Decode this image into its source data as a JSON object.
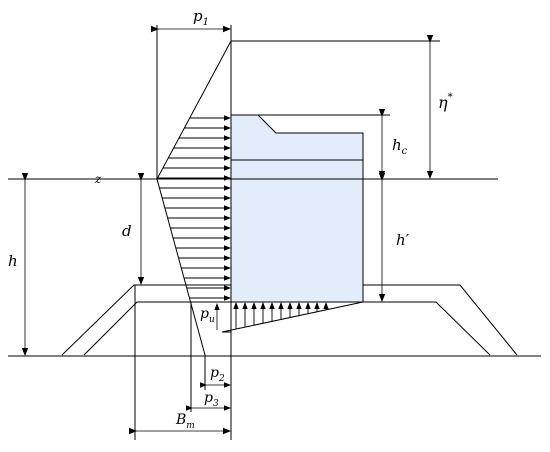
{
  "labels": {
    "p1": {
      "main": "p",
      "sub": "1"
    },
    "eta": {
      "main": "η",
      "sup": "*"
    },
    "hc": {
      "main": "h",
      "sub": "c"
    },
    "z": {
      "main": "z"
    },
    "d": {
      "main": "d"
    },
    "h": {
      "main": "h"
    },
    "hprime": {
      "main": "h′"
    },
    "pu": {
      "main": "p",
      "sub": "u"
    },
    "p2": {
      "main": "p",
      "sub": "2"
    },
    "p3": {
      "main": "p",
      "sub": "3"
    },
    "Bm": {
      "main": "B",
      "sub": "m"
    }
  },
  "colors": {
    "caisson_fill": "#e3ecfa",
    "line": "#000000"
  }
}
